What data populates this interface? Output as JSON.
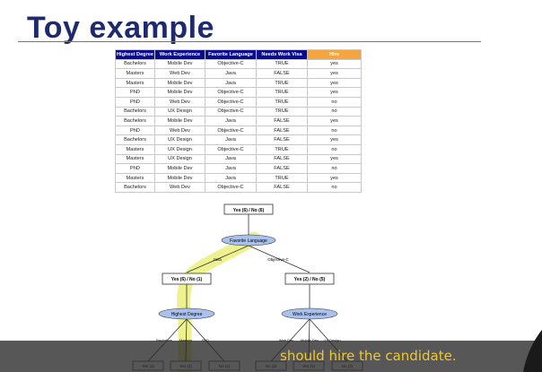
{
  "slide": {
    "title": "Toy example"
  },
  "table": {
    "headers": [
      "Highest Degree",
      "Work Experience",
      "Favorite Language",
      "Needs Work Visa",
      "Hire"
    ],
    "rows": [
      [
        "Bachelors",
        "Mobile Dev",
        "Objective-C",
        "TRUE",
        "yes"
      ],
      [
        "Masters",
        "Web Dev",
        "Java",
        "FALSE",
        "yes"
      ],
      [
        "Masters",
        "Mobile Dev",
        "Java",
        "TRUE",
        "yes"
      ],
      [
        "PhD",
        "Mobile Dev",
        "Objective-C",
        "TRUE",
        "yes"
      ],
      [
        "PhD",
        "Web Dev",
        "Objective-C",
        "TRUE",
        "no"
      ],
      [
        "Bachelors",
        "UX Design",
        "Objective-C",
        "TRUE",
        "no"
      ],
      [
        "Bachelors",
        "Mobile Dev",
        "Java",
        "FALSE",
        "yes"
      ],
      [
        "PhD",
        "Web Dev",
        "Objective-C",
        "FALSE",
        "no"
      ],
      [
        "Bachelors",
        "UX Design",
        "Java",
        "FALSE",
        "yes"
      ],
      [
        "Masters",
        "UX Design",
        "Objective-C",
        "TRUE",
        "no"
      ],
      [
        "Masters",
        "UX Design",
        "Java",
        "FALSE",
        "yes"
      ],
      [
        "PhD",
        "Mobile Dev",
        "Java",
        "FALSE",
        "no"
      ],
      [
        "Masters",
        "Mobile Dev",
        "Java",
        "TRUE",
        "yes"
      ],
      [
        "Bachelors",
        "Web Dev",
        "Objective-C",
        "FALSE",
        "no"
      ]
    ]
  },
  "tree": {
    "root": "Yes (6) / No (6)",
    "language_node": "Favorite Language",
    "edge_java": "Java",
    "edge_objc": "Objective-C",
    "java_counts": "Yes (6) / No (1)",
    "objc_counts": "Yes (2) / No (5)",
    "degree_node": "Highest Degree",
    "experience_node": "Work Experience",
    "degree_edges": [
      "Bachelors",
      "Masters",
      "PhD"
    ],
    "experience_edges": [
      "Web Dev",
      "Mobile Dev",
      "UX Design"
    ],
    "leaves": [
      "Yes (2)",
      "Yes (4)",
      "No (1)",
      "No (3)",
      "Yes (2)",
      "No (2)"
    ]
  },
  "colors": {
    "title": "#1f2a6e",
    "header_bg": "#0a0a8c",
    "hire_header_bg": "#f5a540",
    "node_fill": "#a9c1ec",
    "highlight": "#eaf07a",
    "caption": "#f0c830"
  },
  "caption": {
    "text": "should hire the candidate."
  }
}
